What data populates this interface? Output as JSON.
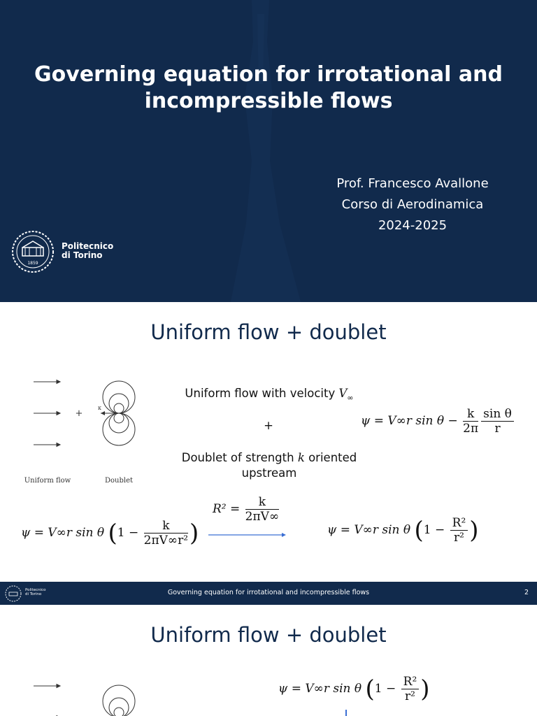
{
  "slide1": {
    "title_line1": "Governing equation for irrotational and",
    "title_line2": "incompressible flows",
    "author": "Prof. Francesco Avallone",
    "course": "Corso di Aerodinamica",
    "year": "2024-2025",
    "logo_line1": "Politecnico",
    "logo_line2": "di Torino",
    "logo_year": "1859",
    "background_color": "#112a4c"
  },
  "slide2": {
    "title": "Uniform flow + doublet",
    "figure_label_left": "Uniform flow",
    "figure_label_right": "Doublet",
    "figure_plus": "+",
    "figure_k": "κ",
    "text_uniform": "Uniform flow with velocity",
    "text_uniform_sym": "V",
    "text_uniform_sub": "∞",
    "plus": "+",
    "text_doublet_a": "Doublet of strength",
    "text_doublet_k": "k",
    "text_doublet_b": "oriented",
    "text_doublet_c": "upstream",
    "eq_main_lhs": "ψ = V∞r sin θ −",
    "eq_main_frac1_num": "k",
    "eq_main_frac1_den": "2π",
    "eq_main_frac2_num": "sin θ",
    "eq_main_frac2_den": "r",
    "eq_left_lhs": "ψ = V∞r sin θ",
    "eq_left_one": "1 −",
    "eq_left_num": "k",
    "eq_left_den": "2πV∞r²",
    "eq_R_lhs": "R² =",
    "eq_R_num": "k",
    "eq_R_den": "2πV∞",
    "eq_right_lhs": "ψ = V∞r sin θ",
    "eq_right_one": "1 −",
    "eq_right_num": "R²",
    "eq_right_den": "r²",
    "arrow_color": "#3b6fd4"
  },
  "footer": {
    "text": "Governing equation for irrotational and incompressible flows",
    "page": "2",
    "logo_line1": "Politecnico",
    "logo_line2": "di Torino"
  },
  "slide3": {
    "title": "Uniform flow + doublet",
    "eq_lhs": "ψ = V∞r sin θ",
    "eq_one": "1 −",
    "eq_num": "R²",
    "eq_den": "r²"
  }
}
